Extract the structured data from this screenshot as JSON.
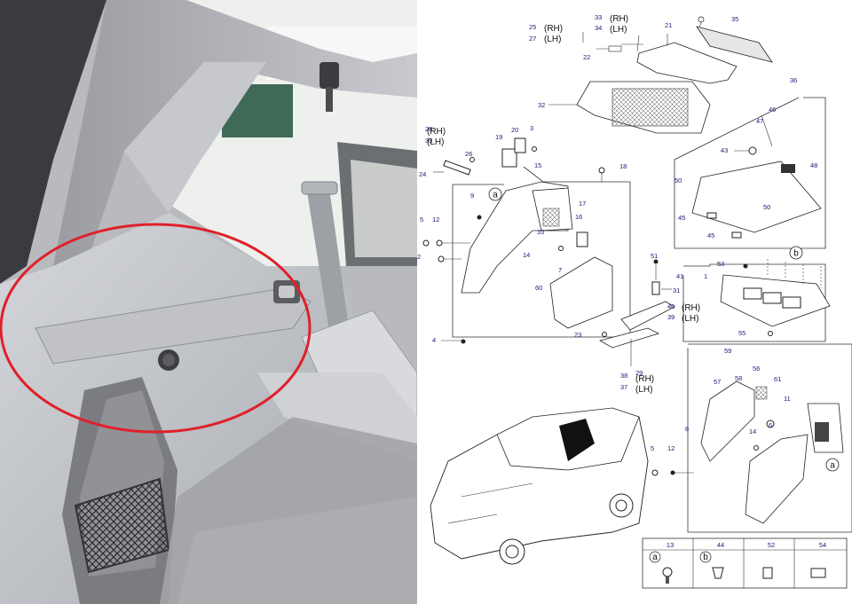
{
  "photo": {
    "highlight_color": "#e0202a"
  },
  "diagram": {
    "side_labels": [
      {
        "id": "rh-lh-1",
        "rh": "(RH)",
        "lh": "(LH)"
      },
      {
        "id": "rh-lh-2",
        "rh": "(RH)",
        "lh": "(LH)"
      },
      {
        "id": "rh-lh-3",
        "rh": "(RH)",
        "lh": "(LH)"
      },
      {
        "id": "rh-lh-4",
        "rh": "(RH)",
        "lh": "(LH)"
      },
      {
        "id": "rh-lh-5",
        "rh": "(RH)",
        "lh": "(LH)"
      }
    ],
    "callouts": [
      {
        "key": "25",
        "text": "25"
      },
      {
        "key": "27",
        "text": "27"
      },
      {
        "key": "33",
        "text": "33"
      },
      {
        "key": "34",
        "text": "34"
      },
      {
        "key": "22",
        "text": "22"
      },
      {
        "key": "21",
        "text": "21"
      },
      {
        "key": "35",
        "text": "35"
      },
      {
        "key": "32",
        "text": "32"
      },
      {
        "key": "36",
        "text": "36"
      },
      {
        "key": "46",
        "text": "46"
      },
      {
        "key": "47",
        "text": "47"
      },
      {
        "key": "43",
        "text": "43"
      },
      {
        "key": "48",
        "text": "48"
      },
      {
        "key": "50a",
        "text": "50"
      },
      {
        "key": "50b",
        "text": "50"
      },
      {
        "key": "45a",
        "text": "45"
      },
      {
        "key": "45b",
        "text": "45"
      },
      {
        "key": "28",
        "text": "28"
      },
      {
        "key": "30",
        "text": "30"
      },
      {
        "key": "19",
        "text": "19"
      },
      {
        "key": "20",
        "text": "20"
      },
      {
        "key": "3",
        "text": "3"
      },
      {
        "key": "26",
        "text": "26"
      },
      {
        "key": "24",
        "text": "24"
      },
      {
        "key": "15",
        "text": "15"
      },
      {
        "key": "18",
        "text": "18"
      },
      {
        "key": "9",
        "text": "9"
      },
      {
        "key": "17",
        "text": "17"
      },
      {
        "key": "16",
        "text": "16"
      },
      {
        "key": "10",
        "text": "10"
      },
      {
        "key": "5a",
        "text": "5"
      },
      {
        "key": "12a",
        "text": "12"
      },
      {
        "key": "2",
        "text": "2"
      },
      {
        "key": "14a",
        "text": "14"
      },
      {
        "key": "7",
        "text": "7"
      },
      {
        "key": "60",
        "text": "60"
      },
      {
        "key": "4",
        "text": "4"
      },
      {
        "key": "23",
        "text": "23"
      },
      {
        "key": "51",
        "text": "51"
      },
      {
        "key": "31",
        "text": "31"
      },
      {
        "key": "40",
        "text": "40"
      },
      {
        "key": "39",
        "text": "39"
      },
      {
        "key": "29",
        "text": "29"
      },
      {
        "key": "38",
        "text": "38"
      },
      {
        "key": "37",
        "text": "37"
      },
      {
        "key": "41",
        "text": "41"
      },
      {
        "key": "53",
        "text": "53"
      },
      {
        "key": "1",
        "text": "1"
      },
      {
        "key": "55",
        "text": "55"
      },
      {
        "key": "59",
        "text": "59"
      },
      {
        "key": "57",
        "text": "57"
      },
      {
        "key": "58",
        "text": "58"
      },
      {
        "key": "56",
        "text": "56"
      },
      {
        "key": "61",
        "text": "61"
      },
      {
        "key": "11",
        "text": "11"
      },
      {
        "key": "8",
        "text": "8"
      },
      {
        "key": "6",
        "text": "6"
      },
      {
        "key": "14b",
        "text": "14"
      },
      {
        "key": "5b",
        "text": "5"
      },
      {
        "key": "12b",
        "text": "12"
      }
    ],
    "circle_markers": [
      {
        "id": "a1",
        "text": "a"
      },
      {
        "id": "b1",
        "text": "b"
      },
      {
        "id": "a2",
        "text": "a"
      }
    ],
    "legend": [
      {
        "marker": "a",
        "num": "13"
      },
      {
        "marker": "b",
        "num": "44"
      },
      {
        "marker": "",
        "num": "52"
      },
      {
        "marker": "",
        "num": "54"
      }
    ]
  }
}
